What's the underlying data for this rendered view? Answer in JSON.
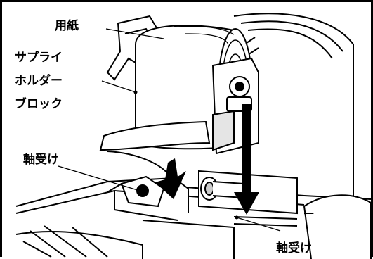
{
  "labels": {
    "paper": "用紙",
    "supply_holder_line1": "サプライ",
    "supply_holder_line2": "ホルダー",
    "supply_holder_line3": "ブロック",
    "bearing_left": "軸受け",
    "bearing_right": "軸受け"
  }
}
